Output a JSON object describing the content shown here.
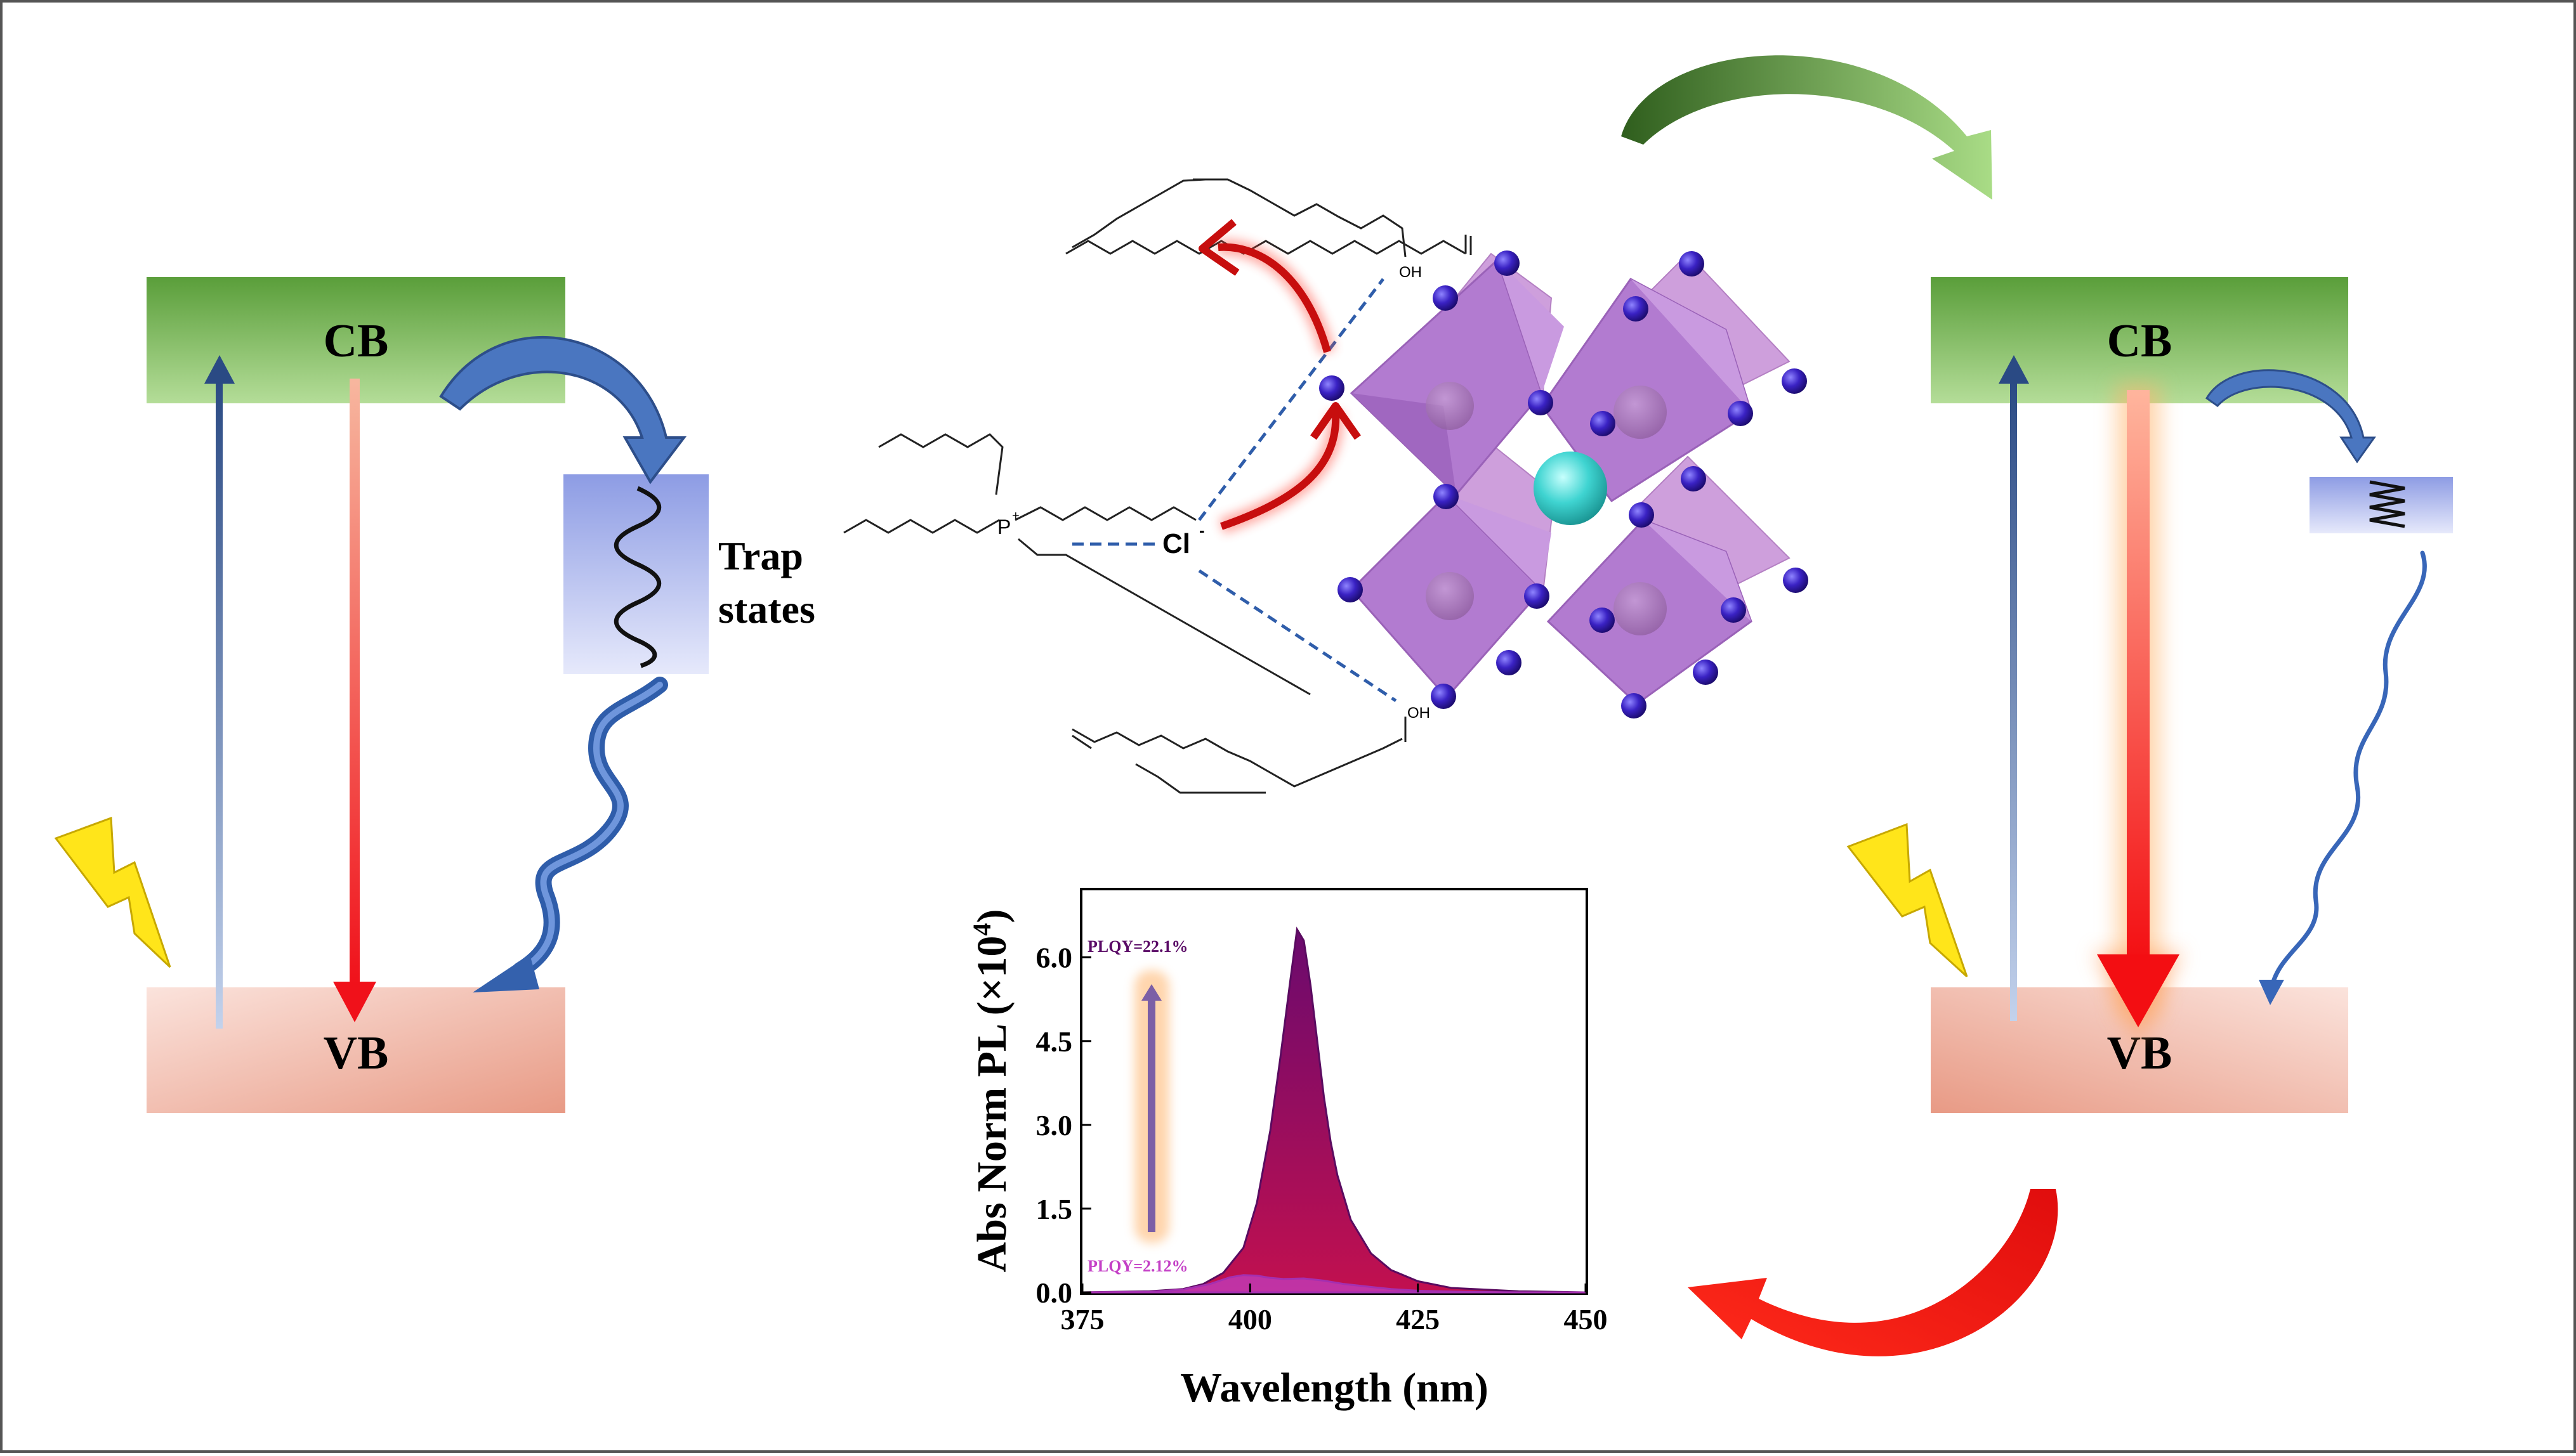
{
  "left_diagram": {
    "cb_label": "CB",
    "vb_label": "VB",
    "trap_label_line1": "Trap",
    "trap_label_line2": "states"
  },
  "right_diagram": {
    "cb_label": "CB",
    "vb_label": "VB"
  },
  "center": {
    "chloride_label": "Cl",
    "chloride_charge": "-",
    "phosphonium_label": "P",
    "phosphonium_charge": "+",
    "oleic_acid_top_group": "OH",
    "oleic_acid_bottom_group": "OH"
  },
  "colors": {
    "cb_green": "#8fc66e",
    "vb_pink": "#f0a795",
    "trap_blue": "#9aa9e6",
    "arrow_blue": "#2d5597",
    "arrow_red": "#e01818",
    "octahedron": "#b77ad0",
    "halide_atom": "#3b1fb5",
    "cation_atom": "#41d6d3",
    "pl_strong": "#8b0d6a",
    "pl_weak": "#c03fc0",
    "lightning": "#ffe51a"
  },
  "chart_data": {
    "type": "area",
    "xlabel": "Wavelength (nm)",
    "ylabel": "Abs Norm PL (×10",
    "ylabel_sup": "4",
    "ylabel_close": ")",
    "xlim": [
      375,
      450
    ],
    "ylim": [
      0,
      7.2
    ],
    "x_ticks": [
      "375",
      "400",
      "425",
      "450"
    ],
    "y_ticks": [
      "0.0",
      "1.5",
      "3.0",
      "4.5",
      "6.0"
    ],
    "annotations": [
      "PLQY=22.1%",
      "PLQY=2.12%"
    ],
    "series": [
      {
        "x": [
          375,
          385,
          390,
          393,
          396,
          399,
          401,
          403,
          404.5,
          406,
          407,
          408,
          409,
          410,
          411,
          412,
          413,
          415,
          418,
          421,
          425,
          430,
          440,
          450
        ],
        "values": [
          0.0,
          0.02,
          0.06,
          0.15,
          0.35,
          0.8,
          1.6,
          2.9,
          4.2,
          5.6,
          6.5,
          6.3,
          5.5,
          4.5,
          3.5,
          2.7,
          2.1,
          1.3,
          0.7,
          0.4,
          0.2,
          0.08,
          0.02,
          0.0
        ]
      },
      {
        "x": [
          375,
          385,
          390,
          394,
          397,
          399,
          401,
          403,
          405,
          408,
          411,
          414,
          417,
          421,
          425,
          432,
          440,
          450
        ],
        "values": [
          0.0,
          0.01,
          0.05,
          0.15,
          0.27,
          0.31,
          0.3,
          0.26,
          0.24,
          0.25,
          0.21,
          0.15,
          0.11,
          0.06,
          0.03,
          0.01,
          0.0,
          0.0
        ]
      }
    ]
  }
}
